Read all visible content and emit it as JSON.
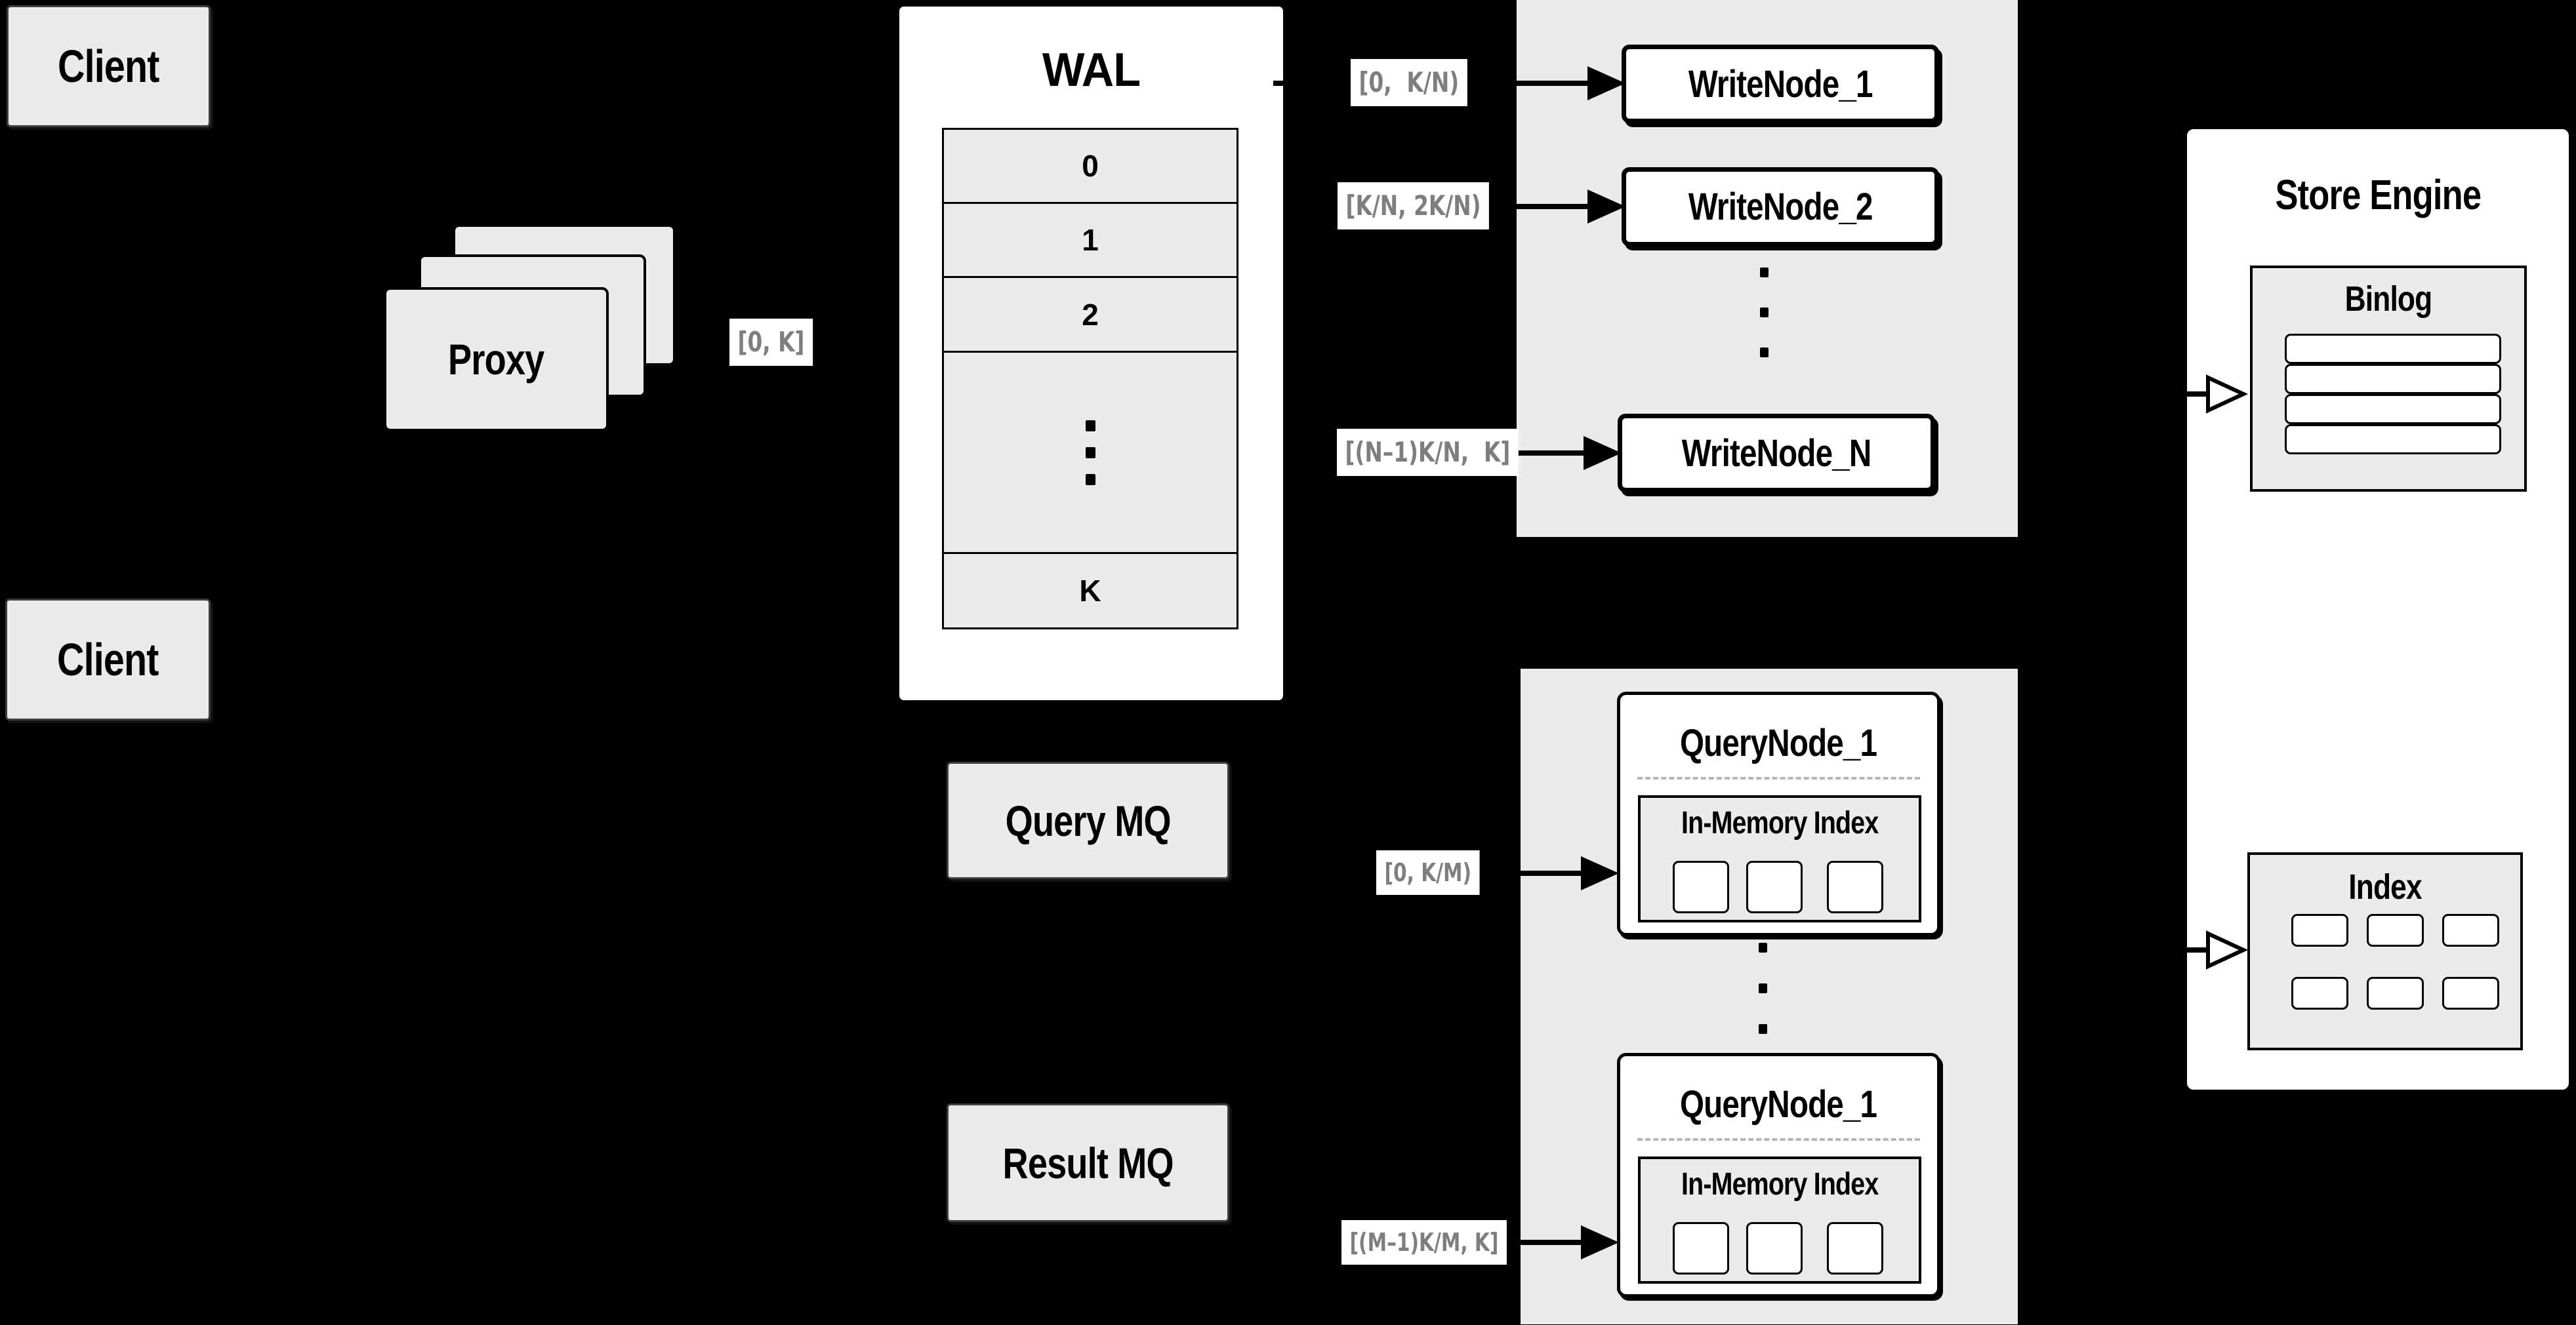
{
  "colors": {
    "background": "#000000",
    "panel_gray": "#ebebeb",
    "node_fill": "#ffffff",
    "line_black": "#000000",
    "range_label_text": "#7e7e7e",
    "divider_gray": "#b5b5b5"
  },
  "clients": {
    "top_label": "Client",
    "bottom_label": "Client"
  },
  "proxy": {
    "label": "Proxy"
  },
  "ranges": {
    "proxy_wal": "[0, K]",
    "write_1": "[0,  K/N)",
    "write_2": "[K/N, 2K/N)",
    "write_n": "[(N–1)K/N,  K]",
    "query_1": "[0, K/M)",
    "query_m": "[(M–1)K/M, K]"
  },
  "wal": {
    "title": "WAL",
    "segments": [
      "0",
      "1",
      "2"
    ],
    "last_segment": "K"
  },
  "write_cluster": {
    "nodes": [
      "WriteNode_1",
      "WriteNode_2",
      "WriteNode_N"
    ]
  },
  "mq": {
    "query": "Query MQ",
    "result": "Result MQ"
  },
  "query_cluster": {
    "nodes": [
      {
        "title": "QueryNode_1",
        "index_label": "In-Memory Index"
      },
      {
        "title": "QueryNode_1",
        "index_label": "In-Memory Index"
      }
    ]
  },
  "store_engine": {
    "title": "Store Engine",
    "binlog_label": "Binlog",
    "index_label": "Index"
  }
}
